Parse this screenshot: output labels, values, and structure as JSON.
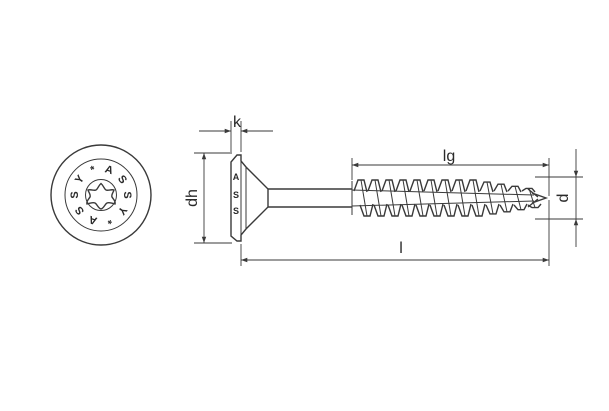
{
  "diagram": {
    "dimension_labels": {
      "k": "k",
      "lg": "lg",
      "dh": "dh",
      "l": "l",
      "d": "d"
    },
    "head_logo": {
      "letters": [
        "A",
        "S",
        "S",
        "Y",
        "*",
        "A",
        "S",
        "S",
        "Y",
        "*"
      ]
    },
    "side_logo": [
      "A",
      "S",
      "S"
    ]
  }
}
